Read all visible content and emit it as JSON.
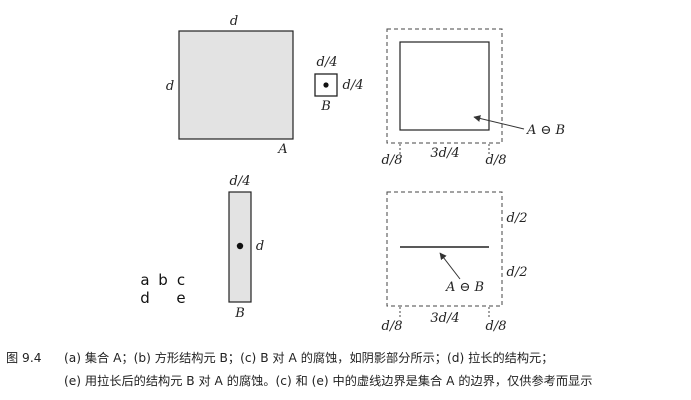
{
  "figure": {
    "labels": {
      "a_top": "d",
      "a_left": "d",
      "a_name": "A",
      "b_top": "d/4",
      "b_right": "d/4",
      "b_name": "B",
      "c_left": "d/8",
      "c_mid": "3d/4",
      "c_right": "d/8",
      "c_eq": "A ⊖ B",
      "d_top": "d/4",
      "d_right": "d",
      "d_name": "B",
      "e_r1": "d/2",
      "e_r2": "d/2",
      "e_eq": "A ⊖ B",
      "e_left": "d/8",
      "e_mid": "3d/4",
      "e_right": "d/8"
    },
    "panel_letters": {
      "a": "a",
      "b": "b",
      "c": "c",
      "d": "d",
      "e": "e"
    }
  },
  "caption": {
    "number": "图 9.4",
    "line1": "(a) 集合 A；(b) 方形结构元 B；(c) B 对 A 的腐蚀，如阴影部分所示；(d) 拉长的结构元；",
    "line2": "(e) 用拉长后的结构元 B 对 A 的腐蚀。(c) 和 (e) 中的虚线边界是集合 A 的边界，仅供参考而显示"
  },
  "colors": {
    "shade": "#e3e3e3",
    "ink": "#222222",
    "dash": "#444444"
  }
}
